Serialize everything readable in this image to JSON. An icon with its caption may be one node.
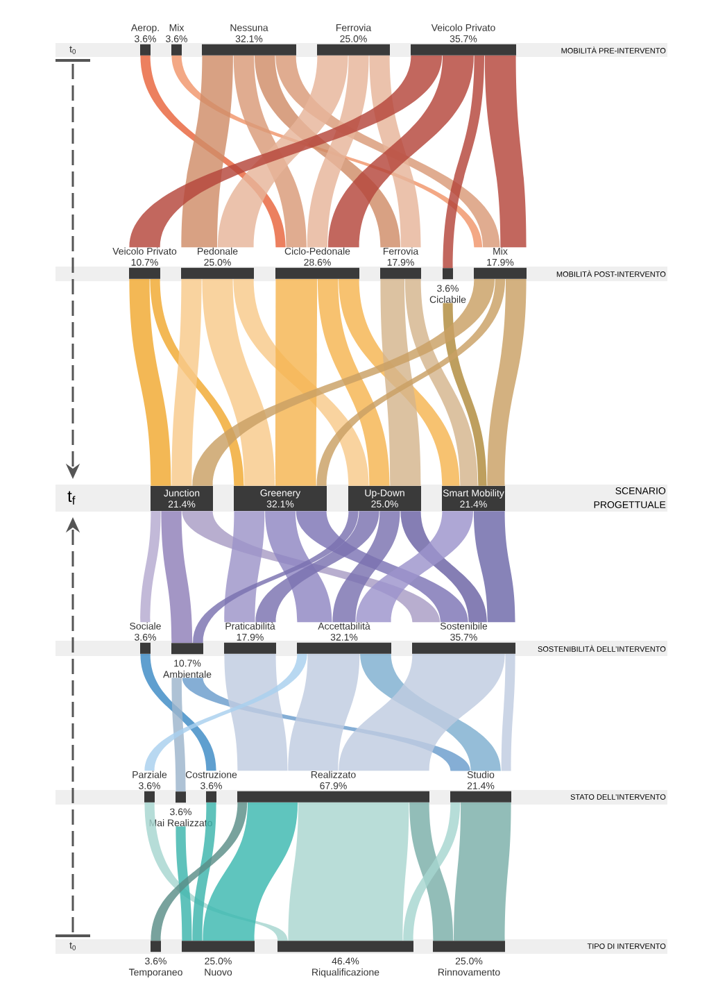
{
  "diagram": {
    "nodes": [
      {
        "text": [
          "Aerop.",
          "3.6%"
        ]
      },
      {
        "text": [
          "Mix",
          "3.6%"
        ]
      },
      {
        "text": [
          "Nessuna",
          "32.1%"
        ]
      },
      {
        "text": [
          "Ferrovia",
          "25.0%"
        ]
      },
      {
        "text": [
          "Veicolo Privato",
          "35.7%"
        ]
      },
      {
        "text": [
          "Veicolo Privato",
          "10.7%"
        ]
      },
      {
        "text": [
          "Pedonale",
          "25.0%"
        ]
      },
      {
        "text": [
          "Ciclo-Pedonale",
          "28.6%"
        ]
      },
      {
        "text": [
          "Ferrovia",
          "17.9%"
        ]
      },
      {
        "text": [
          "3.6%",
          "Ciclabile"
        ]
      },
      {
        "text": [
          "Mix",
          "17.9%"
        ]
      },
      {
        "text": [
          "Junction",
          "21.4%"
        ]
      },
      {
        "text": [
          "Greenery",
          "32.1%"
        ]
      },
      {
        "text": [
          "Up-Down",
          "25.0%"
        ]
      },
      {
        "text": [
          "Smart Mobility",
          "21.4%"
        ]
      },
      {
        "text": [
          "Sociale",
          "3.6%"
        ]
      },
      {
        "text": [
          "10.7%",
          "Ambientale"
        ]
      },
      {
        "text": [
          "Praticabilità",
          "17.9%"
        ]
      },
      {
        "text": [
          "Accettabilità",
          "32.1%"
        ]
      },
      {
        "text": [
          "Sostenibile",
          "35.7%"
        ]
      },
      {
        "text": [
          "Parziale",
          "3.6%"
        ]
      },
      {
        "text": [
          "3.6%",
          "Mai Realizzato"
        ]
      },
      {
        "text": [
          "Costruzione",
          "3.6%"
        ]
      },
      {
        "text": [
          "Realizzato",
          "67.9%"
        ]
      },
      {
        "text": [
          "Studio",
          "21.4%"
        ]
      },
      {
        "text": [
          "3.6%",
          "Temporaneo"
        ]
      },
      {
        "text": [
          "25.0%",
          "Nuovo"
        ]
      },
      {
        "text": [
          "46.4%",
          "Riqualificazione"
        ]
      },
      {
        "text": [
          "25.0%",
          "Rinnovamento"
        ]
      }
    ],
    "edges": [
      {
        "from": 0,
        "to": 7,
        "arrow": "none",
        "color": "#e8643c"
      },
      {
        "from": 1,
        "to": 10,
        "arrow": "none",
        "color": "#f0956a"
      },
      {
        "from": 2,
        "to": 6,
        "arrow": "none",
        "color": "#cf8c68"
      },
      {
        "from": 2,
        "to": 7,
        "arrow": "none",
        "color": "#d99a78"
      },
      {
        "from": 2,
        "to": 8,
        "arrow": "none",
        "color": "#cf8c68"
      },
      {
        "from": 2,
        "to": 10,
        "arrow": "none",
        "color": "#d99a78"
      },
      {
        "from": 3,
        "to": 6,
        "arrow": "none",
        "color": "#e6b49a"
      },
      {
        "from": 3,
        "to": 8,
        "arrow": "none",
        "color": "#e6b49a"
      },
      {
        "from": 3,
        "to": 7,
        "arrow": "none",
        "color": "#e6b49a"
      },
      {
        "from": 4,
        "to": 5,
        "arrow": "none",
        "color": "#b5463a"
      },
      {
        "from": 4,
        "to": 7,
        "arrow": "none",
        "color": "#b5463a"
      },
      {
        "from": 4,
        "to": 9,
        "arrow": "none",
        "color": "#b5463a"
      },
      {
        "from": 4,
        "to": 10,
        "arrow": "none",
        "color": "#b5463a"
      },
      {
        "from": 5,
        "to": 11,
        "arrow": "none",
        "color": "#f0a830"
      },
      {
        "from": 5,
        "to": 12,
        "arrow": "none",
        "color": "#f0a830"
      },
      {
        "from": 6,
        "to": 11,
        "arrow": "none",
        "color": "#f8c98a"
      },
      {
        "from": 6,
        "to": 12,
        "arrow": "none",
        "color": "#f8c98a"
      },
      {
        "from": 6,
        "to": 13,
        "arrow": "none",
        "color": "#f8c98a"
      },
      {
        "from": 7,
        "to": 12,
        "arrow": "none",
        "color": "#f5b450"
      },
      {
        "from": 7,
        "to": 13,
        "arrow": "none",
        "color": "#f5b450"
      },
      {
        "from": 7,
        "to": 14,
        "arrow": "none",
        "color": "#f5b450"
      },
      {
        "from": 8,
        "to": 13,
        "arrow": "none",
        "color": "#d4b48c"
      },
      {
        "from": 8,
        "to": 14,
        "arrow": "none",
        "color": "#d4b48c"
      },
      {
        "from": 9,
        "to": 14,
        "arrow": "none",
        "color": "#b08a3a"
      },
      {
        "from": 10,
        "to": 11,
        "arrow": "none",
        "color": "#c9a064"
      },
      {
        "from": 10,
        "to": 12,
        "arrow": "none",
        "color": "#c9a064"
      },
      {
        "from": 10,
        "to": 14,
        "arrow": "none",
        "color": "#c9a064"
      },
      {
        "from": 11,
        "to": 15,
        "arrow": "none",
        "color": "#b4aad0"
      },
      {
        "from": 11,
        "to": 16,
        "arrow": "none",
        "color": "#8f7fb8"
      },
      {
        "from": 11,
        "to": 19,
        "arrow": "none",
        "color": "#a89cc4"
      },
      {
        "from": 12,
        "to": 17,
        "arrow": "none",
        "color": "#9c94c8"
      },
      {
        "from": 12,
        "to": 18,
        "arrow": "none",
        "color": "#8f86c2"
      },
      {
        "from": 12,
        "to": 19,
        "arrow": "none",
        "color": "#7c74b4"
      },
      {
        "from": 13,
        "to": 16,
        "arrow": "none",
        "color": "#7a72b0"
      },
      {
        "from": 13,
        "to": 17,
        "arrow": "none",
        "color": "#7a72b0"
      },
      {
        "from": 13,
        "to": 18,
        "arrow": "none",
        "color": "#7a72b0"
      },
      {
        "from": 13,
        "to": 19,
        "arrow": "none",
        "color": "#6a62a4"
      },
      {
        "from": 14,
        "to": 18,
        "arrow": "none",
        "color": "#9c94cc"
      },
      {
        "from": 14,
        "to": 19,
        "arrow": "none",
        "color": "#6d68a8"
      },
      {
        "from": 15,
        "to": 22,
        "arrow": "none",
        "color": "#3c8ac4"
      },
      {
        "from": 16,
        "to": 21,
        "arrow": "none",
        "color": "#9cb4cc"
      },
      {
        "from": 16,
        "to": 24,
        "arrow": "none",
        "color": "#6a9ccc"
      },
      {
        "from": 17,
        "to": 23,
        "arrow": "none",
        "color": "#c0cce0"
      },
      {
        "from": 18,
        "to": 20,
        "arrow": "none",
        "color": "#a8d0ee"
      },
      {
        "from": 18,
        "to": 23,
        "arrow": "none",
        "color": "#c0cce0"
      },
      {
        "from": 18,
        "to": 24,
        "arrow": "none",
        "color": "#7eaed0"
      },
      {
        "from": 19,
        "to": 23,
        "arrow": "none",
        "color": "#c0cce0"
      },
      {
        "from": 19,
        "to": 24,
        "arrow": "none",
        "color": "#c0cce0"
      },
      {
        "from": 20,
        "to": 27,
        "arrow": "none",
        "color": "#a6d6d0"
      },
      {
        "from": 21,
        "to": 26,
        "arrow": "none",
        "color": "#3cb4ac"
      },
      {
        "from": 22,
        "to": 26,
        "arrow": "none",
        "color": "#3cb4ac"
      },
      {
        "from": 23,
        "to": 25,
        "arrow": "none",
        "color": "#5a8e88"
      },
      {
        "from": 23,
        "to": 26,
        "arrow": "none",
        "color": "#3cb8b0"
      },
      {
        "from": 23,
        "to": 27,
        "arrow": "none",
        "color": "#a9d5cf"
      },
      {
        "from": 23,
        "to": 28,
        "arrow": "none",
        "color": "#7aaea8"
      },
      {
        "from": 24,
        "to": 27,
        "arrow": "none",
        "color": "#a6d6d0"
      },
      {
        "from": 24,
        "to": 28,
        "arrow": "none",
        "color": "#7aaea8"
      }
    ],
    "labels": [
      "t$_{0}$",
      "MOBILITÀ PRE-INTERVENTO",
      "MOBILITÀ POST-INTERVENTO",
      "t$_{f}$",
      "SCENARIO PROGETTUALE",
      "SOSTENIBILITÀ DELL’INTERVENTO",
      "STATO DELL’INTERVENTO",
      "t$_{0}$",
      "TIPO DI INTERVENTO"
    ]
  }
}
